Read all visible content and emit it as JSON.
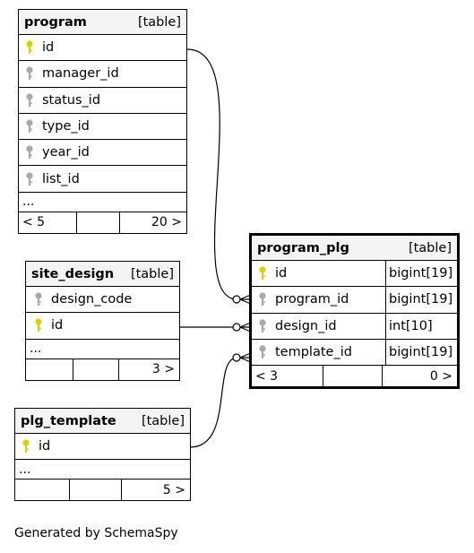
{
  "tables": {
    "program": {
      "name": "program",
      "kind": "[table]",
      "columns": [
        {
          "name": "id",
          "key": "primary"
        },
        {
          "name": "manager_id",
          "key": "foreign"
        },
        {
          "name": "status_id",
          "key": "foreign"
        },
        {
          "name": "type_id",
          "key": "foreign"
        },
        {
          "name": "year_id",
          "key": "foreign"
        },
        {
          "name": "list_id",
          "key": "foreign"
        }
      ],
      "ellipsis": "...",
      "footer": {
        "parents": "< 5",
        "children": "20 >"
      }
    },
    "site_design": {
      "name": "site_design",
      "kind": "[table]",
      "columns": [
        {
          "name": "design_code",
          "key": "foreign"
        },
        {
          "name": "id",
          "key": "primary"
        }
      ],
      "ellipsis": "...",
      "footer": {
        "parents": "",
        "children": "3 >"
      }
    },
    "plg_template": {
      "name": "plg_template",
      "kind": "[table]",
      "columns": [
        {
          "name": "id",
          "key": "primary"
        }
      ],
      "ellipsis": "...",
      "footer": {
        "parents": "",
        "children": "5 >"
      }
    },
    "program_plg": {
      "name": "program_plg",
      "kind": "[table]",
      "columns": [
        {
          "name": "id",
          "type": "bigint[19]",
          "key": "primary"
        },
        {
          "name": "program_id",
          "type": "bigint[19]",
          "key": "foreign"
        },
        {
          "name": "design_id",
          "type": "int[10]",
          "key": "foreign"
        },
        {
          "name": "template_id",
          "type": "bigint[19]",
          "key": "foreign"
        }
      ],
      "footer": {
        "parents": "< 3",
        "children": "0 >"
      }
    }
  },
  "generated_by": "Generated by SchemaSpy",
  "colors": {
    "primary_key": "#d4d400",
    "foreign_key": "#a8a8a8",
    "header_bg": "#f4f4f4"
  }
}
